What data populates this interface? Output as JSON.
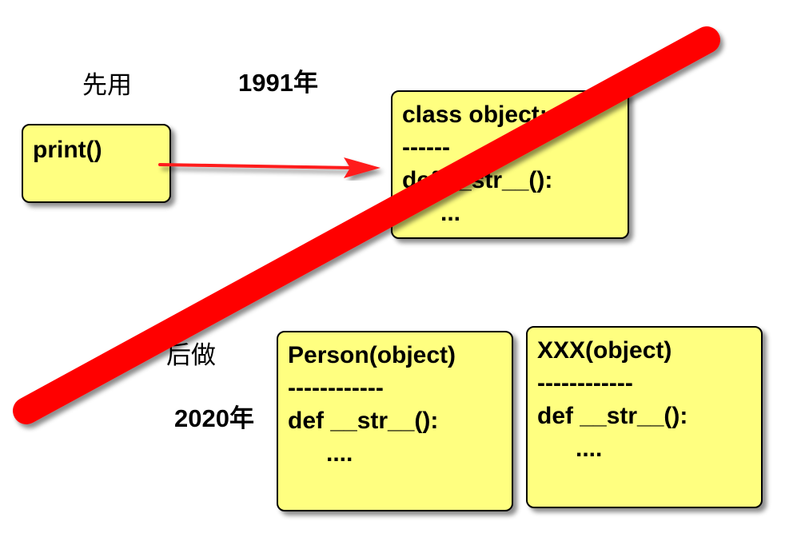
{
  "labels": {
    "first_use": "先用",
    "year_1991": "1991年",
    "later_make": "后做",
    "year_2020": "2020年"
  },
  "boxes": {
    "print_box": {
      "lines": [
        "print()"
      ]
    },
    "object_class_box": {
      "lines": [
        "class object:",
        "------",
        "def __str__():",
        "..."
      ]
    },
    "person_box": {
      "lines": [
        "Person(object)",
        "------------",
        "def __str__():",
        "...."
      ]
    },
    "xxx_box": {
      "lines": [
        "XXX(object)",
        "------------",
        "def __str__():",
        "...."
      ]
    }
  },
  "colors": {
    "box_fill": "#ffff80",
    "arrow": "#ff0000",
    "strike": "#ff0000"
  }
}
